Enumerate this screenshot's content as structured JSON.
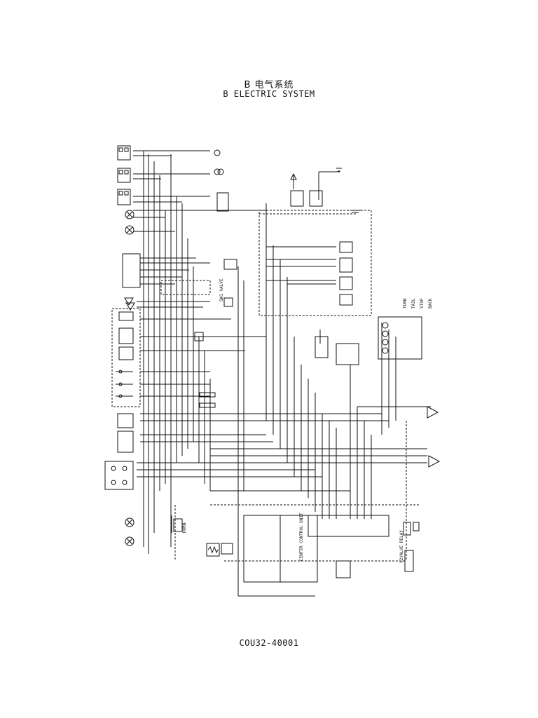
{
  "header": {
    "title_cn": "B 电气系统",
    "title_en": "B ELECTRIC SYSTEM"
  },
  "footer": {
    "document_number": "COU32-40001"
  },
  "diagram": {
    "labels": {
      "center_unit": "CENTER\nCONTROL\nUNIT",
      "horn": "HORN",
      "valve_relay": "V2VALVE RELAY",
      "turn": "TURN",
      "tail": "TAIL",
      "stop": "STOP",
      "back": "BACK",
      "valve_s1": "SW1 VALVE"
    }
  }
}
